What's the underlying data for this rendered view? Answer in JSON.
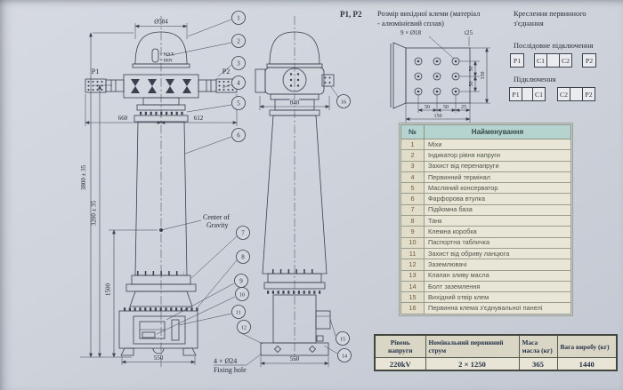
{
  "colors": {
    "background": "#cfd3db",
    "line": "#39404e",
    "parts_header_bg": "#b6d4cf",
    "parts_row_bg": "#e9e5d7",
    "spec_header_bg": "#d9d6c5",
    "spec_value_bg": "#e8e5d6"
  },
  "annotations": {
    "p1": "P1",
    "p2": "P2",
    "max": "MAX",
    "min": "MIN",
    "cog1": "Center of",
    "cog2": "Gravity",
    "fix1": "4 × Ø24",
    "fix2": "Fixing hole"
  },
  "dims": {
    "dia": "Ø584",
    "left_arm": "660",
    "right_arm": "612",
    "head_width": "840",
    "total_height": "3800 ± 35",
    "mid_height": "3200 ± 35",
    "cog_height": "1500",
    "base_front": "550",
    "base_side": "550"
  },
  "callouts": {
    "n1": "1",
    "n2": "2",
    "n3": "3",
    "n4": "4",
    "n5": "5",
    "n6": "6",
    "n7": "7",
    "n8": "8",
    "n9": "9",
    "n10": "10",
    "n11": "11",
    "n12": "12",
    "n14": "14",
    "n15": "15",
    "n16": "16"
  },
  "terminal_detail": {
    "ref": "P1, P2",
    "title1": "Розмір вихідної клеми (матеріал",
    "title2": "- алюмінієвий сплав)",
    "holes": "9 × Ø18",
    "thickness": "t25",
    "dim_v1": "50",
    "dim_v2": "50",
    "dim_v_total": "150",
    "dim_h1": "50",
    "dim_h2": "50",
    "dim_h3": "25",
    "dim_h_total": "150"
  },
  "connection": {
    "title1": "Креслення первинного",
    "title2": "з'єднання",
    "series_label": "Послідовне підключення",
    "series": {
      "a": "P1",
      "b": "C1",
      "c": "C2",
      "d": "P2"
    },
    "parallel_label": "Підключення",
    "parallel": {
      "a": "P1",
      "b": "C1",
      "c": "C2",
      "d": "P2"
    }
  },
  "parts_table": {
    "col_no": "№",
    "col_name": "Найменування",
    "rows": [
      {
        "no": "1",
        "name": "Міхи"
      },
      {
        "no": "2",
        "name": "Індикатор рівня напруги"
      },
      {
        "no": "3",
        "name": "Захист від перенапруги"
      },
      {
        "no": "4",
        "name": "Первинний термінал"
      },
      {
        "no": "5",
        "name": "Масляний консерватор"
      },
      {
        "no": "6",
        "name": "Фарфорова втулка"
      },
      {
        "no": "7",
        "name": "Підйомна база"
      },
      {
        "no": "8",
        "name": "Танк"
      },
      {
        "no": "9",
        "name": "Клемна коробка"
      },
      {
        "no": "10",
        "name": "Паспортна табличка"
      },
      {
        "no": "11",
        "name": "Захист від обриву ланцюга"
      },
      {
        "no": "12",
        "name": "Заземлювачі"
      },
      {
        "no": "13",
        "name": "Клапан зливу масла"
      },
      {
        "no": "14",
        "name": "Болт заземлення"
      },
      {
        "no": "15",
        "name": "Вихідний отвір клем"
      },
      {
        "no": "16",
        "name": "Первинна клема з'єднувальної панелі"
      }
    ]
  },
  "spec_table": {
    "headers": [
      "Рівень напруги",
      "Номінальний первинний струм",
      "Маса масла (кг)",
      "Вага виробу (кг)"
    ],
    "values": [
      "220kV",
      "2 × 1250",
      "365",
      "1440"
    ]
  }
}
